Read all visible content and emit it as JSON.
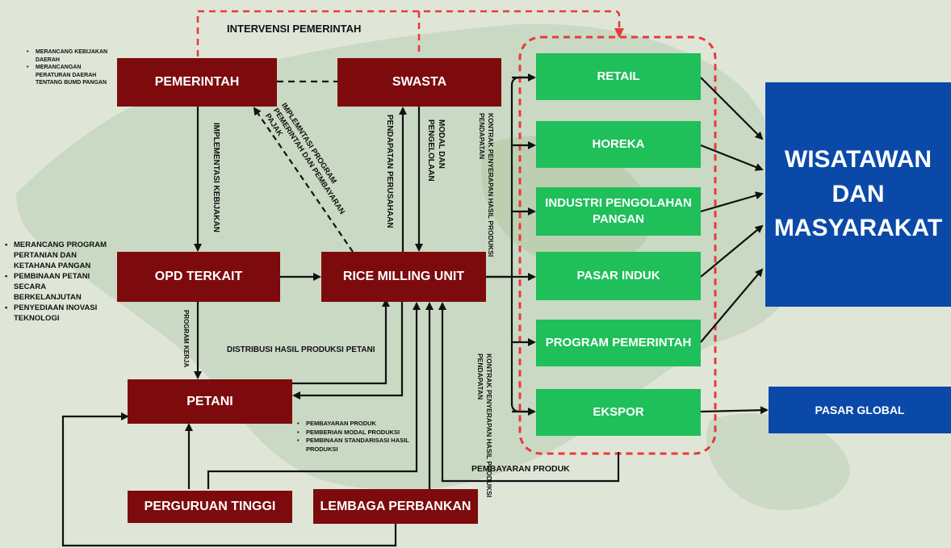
{
  "nodes": {
    "pemerintah": "PEMERINTAH",
    "swasta": "SWASTA",
    "opd_terkait": "OPD TERKAIT",
    "rice_milling_unit": "RICE MILLING UNIT",
    "petani": "PETANI",
    "perguruan_tinggi": "PERGURUAN TINGGI",
    "lembaga_perbankan": "LEMBAGA PERBANKAN",
    "retail": "RETAIL",
    "horeka": "HOREKA",
    "industri_pengolahan": "INDUSTRI PENGOLAHAN PANGAN",
    "pasar_induk": "PASAR INDUK",
    "program_pemerintah": "PROGRAM PEMERINTAH",
    "ekspor": "EKSPOR",
    "wisatawan": "WISATAWAN DAN MASYARAKAT",
    "pasar_global": "PASAR GLOBAL"
  },
  "labels": {
    "intervensi": "INTERVENSI PEMERINTAH",
    "implementasi_kebijakan": "IMPLEMENTASI KEBIJAKAN",
    "implementasi_program": "IMPLEMNTASI PROGRAM PEMERINTAH DAN PEMBAYARAN PAJAK",
    "pendapatan_perusahaan": "PENDAPATAN PERUSAHAAN",
    "modal_pengelolaan": "MODAL DAN PENGELOLAAN",
    "program_kerja": "PROGRAM KERJA",
    "distribusi": "DISTRIBUSI HASIL PRODUKSI PETANI",
    "pembayaran_produk": "PEMBAYARAN PRODUK"
  },
  "notes": {
    "pemerintah_notes": [
      "MERANCANG KEBIJAKAN DAERAH",
      "MERANCANGAN PERATURAN DAERAH TENTANG BUMD PANGAN"
    ],
    "opd_notes": [
      "MERANCANG PROGRAM PERTANIAN DAN KETAHANA PANGAN",
      "PEMBINAAN PETANI SECARA BERKELANJUTAN",
      "PENYEDIAAN INOVASI TEKNOLOGI"
    ],
    "petani_notes": [
      "PEMBAYARAN PRODUK",
      "PEMBERIAN MODAL PRODUKSI",
      "PEMBINAAN STANDARISASI HASIL PRODUKSI"
    ],
    "kontrak_upper": [
      "KONTRAK PENYERAPAN HASIL PRODUKSI",
      "PENDAPATAN"
    ],
    "kontrak_lower": [
      "KONTRAK PENYERAPAN HASIL PRODUKSI",
      "PENDAPATAN"
    ]
  },
  "colors": {
    "actor_box": "#7d0b0d",
    "market_box": "#1fbf5a",
    "consumer_box": "#0a49a8",
    "intervention_line": "#e8393a"
  }
}
